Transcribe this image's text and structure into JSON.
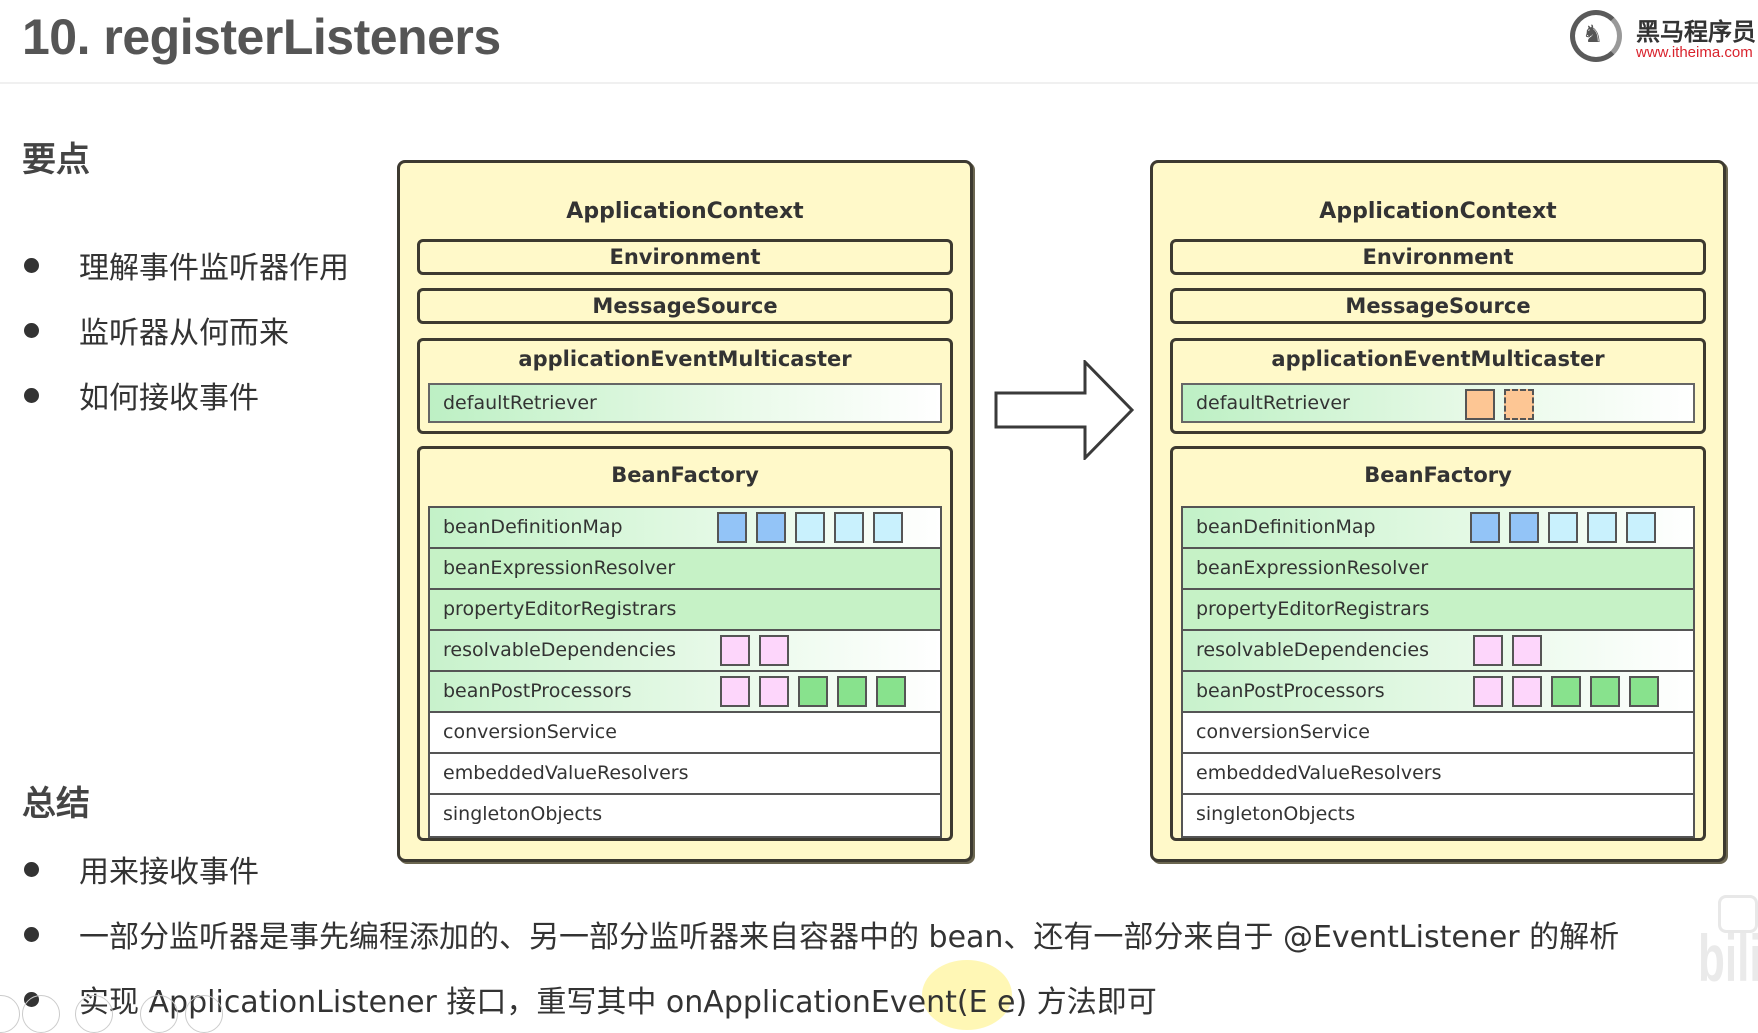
{
  "header": {
    "title": "10. registerListeners",
    "logo": {
      "name": "黑马程序员",
      "url": "www.itheima.com"
    }
  },
  "key_points": {
    "heading": "要点",
    "items": [
      "理解事件监听器作用",
      "监听器从何而来",
      "如何接收事件"
    ]
  },
  "summary": {
    "heading": "总结",
    "items": [
      "用来接收事件",
      "一部分监听器是事先编程添加的、另一部分监听器来自容器中的 bean、还有一部分来自于 @EventListener 的解析",
      "实现 ApplicationListener 接口，重写其中 onApplicationEvent(E e) 方法即可"
    ]
  },
  "diagram": {
    "before": {
      "title": "ApplicationContext",
      "environment": "Environment",
      "message_source": "MessageSource",
      "multicaster": {
        "title": "applicationEventMulticaster",
        "retriever": {
          "label": "defaultRetriever",
          "chips": []
        }
      },
      "bean_factory": {
        "title": "BeanFactory",
        "rows": [
          {
            "label": "beanDefinitionMap",
            "chips": [
              "blue",
              "blue",
              "lightblue",
              "lightblue",
              "lightblue"
            ]
          },
          {
            "label": "beanExpressionResolver",
            "chips": []
          },
          {
            "label": "propertyEditorRegistrars",
            "chips": []
          },
          {
            "label": "resolvableDependencies",
            "chips": [
              "pink",
              "pink"
            ]
          },
          {
            "label": "beanPostProcessors",
            "chips": [
              "pink",
              "pink",
              "green",
              "green",
              "green"
            ]
          },
          {
            "label": "conversionService",
            "chips": []
          },
          {
            "label": "embeddedValueResolvers",
            "chips": []
          },
          {
            "label": "singletonObjects",
            "chips": []
          }
        ]
      }
    },
    "after": {
      "title": "ApplicationContext",
      "environment": "Environment",
      "message_source": "MessageSource",
      "multicaster": {
        "title": "applicationEventMulticaster",
        "retriever": {
          "label": "defaultRetriever",
          "chips": [
            "orange",
            "orange-dashed"
          ]
        }
      },
      "bean_factory": {
        "title": "BeanFactory",
        "rows": [
          {
            "label": "beanDefinitionMap",
            "chips": [
              "blue",
              "blue",
              "lightblue",
              "lightblue",
              "lightblue"
            ]
          },
          {
            "label": "beanExpressionResolver",
            "chips": []
          },
          {
            "label": "propertyEditorRegistrars",
            "chips": []
          },
          {
            "label": "resolvableDependencies",
            "chips": [
              "pink",
              "pink"
            ]
          },
          {
            "label": "beanPostProcessors",
            "chips": [
              "pink",
              "pink",
              "green",
              "green",
              "green"
            ]
          },
          {
            "label": "conversionService",
            "chips": []
          },
          {
            "label": "embeddedValueResolvers",
            "chips": []
          },
          {
            "label": "singletonObjects",
            "chips": []
          }
        ]
      }
    },
    "arrow": "right-arrow"
  },
  "watermark": "bilibili",
  "colors": {
    "context_bg": "#fff9c9",
    "border": "#3d3a30",
    "chip_blue": "#93c4f7",
    "chip_lightblue": "#c9f1fd",
    "chip_pink": "#fdd6fb",
    "chip_green": "#88e28d",
    "chip_orange": "#fdc694"
  }
}
